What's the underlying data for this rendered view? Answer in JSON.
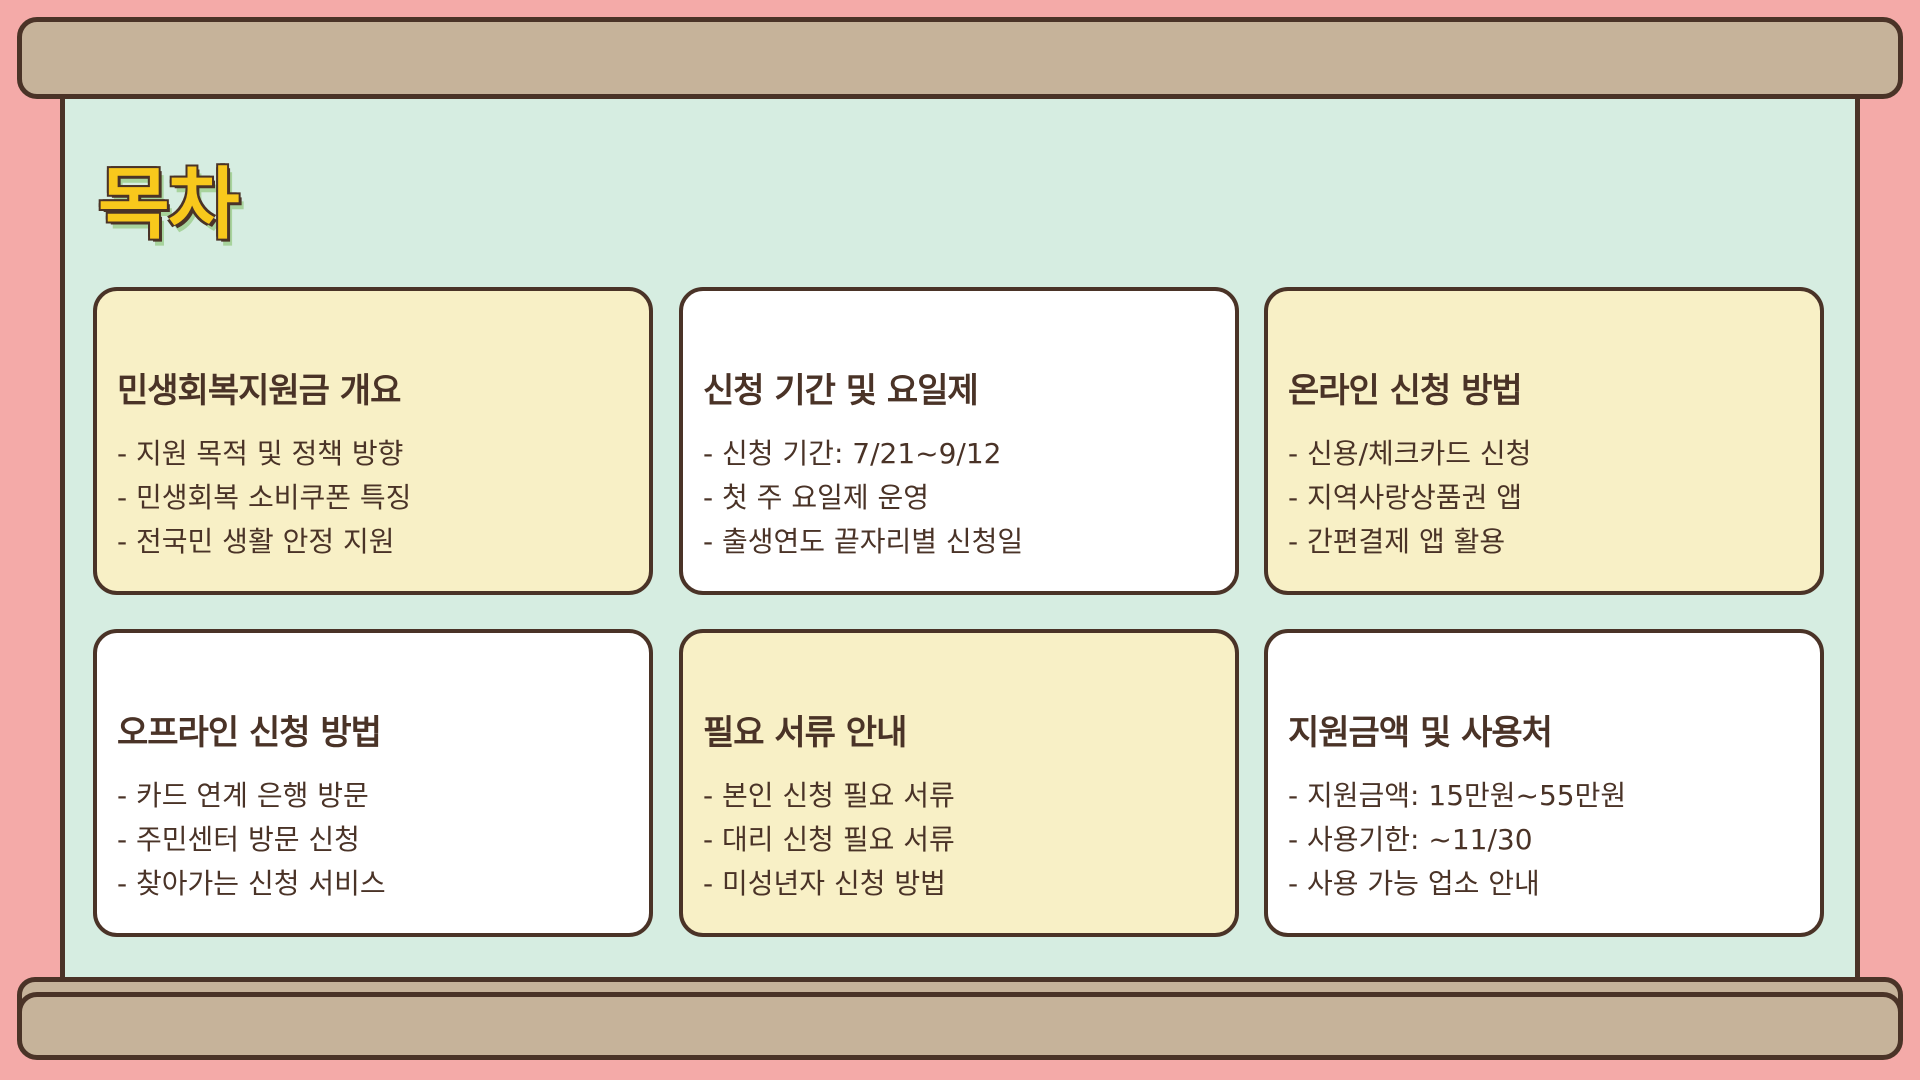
{
  "title": "목차",
  "colors": {
    "background": "#f4aaa8",
    "board": "#d6ede1",
    "rod": "#c6b39a",
    "card_yellow": "#f8f0c6",
    "card_white": "#ffffff",
    "outline": "#4a3327",
    "title_accent": "#f8c81c"
  },
  "cards": [
    {
      "title": "민생회복지원금 개요",
      "items": [
        "- 지원 목적 및 정책 방향",
        "- 민생회복 소비쿠폰 특징",
        "- 전국민 생활 안정 지원"
      ]
    },
    {
      "title": "신청 기간 및 요일제",
      "items": [
        "- 신청 기간: 7/21~9/12",
        "- 첫 주 요일제 운영",
        "- 출생연도 끝자리별 신청일"
      ]
    },
    {
      "title": "온라인 신청 방법",
      "items": [
        "- 신용/체크카드 신청",
        "- 지역사랑상품권 앱",
        "- 간편결제 앱 활용"
      ]
    },
    {
      "title": "오프라인 신청 방법",
      "items": [
        "- 카드 연계 은행 방문",
        "- 주민센터 방문 신청",
        "- 찾아가는 신청 서비스"
      ]
    },
    {
      "title": "필요 서류 안내",
      "items": [
        "- 본인 신청 필요 서류",
        "- 대리 신청 필요 서류",
        "- 미성년자 신청 방법"
      ]
    },
    {
      "title": "지원금액 및 사용처",
      "items": [
        "- 지원금액: 15만원~55만원",
        "- 사용기한: ~11/30",
        "- 사용 가능 업소 안내"
      ]
    }
  ]
}
